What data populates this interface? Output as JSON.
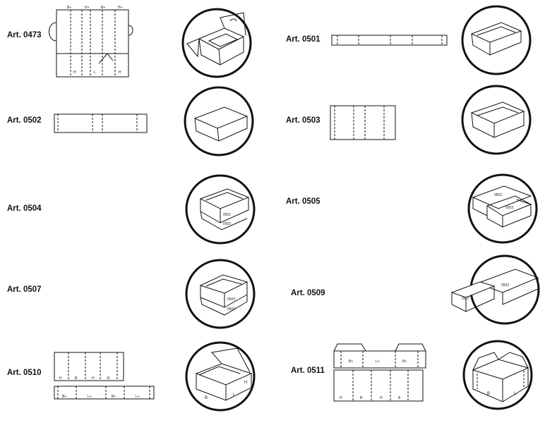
{
  "articles": [
    {
      "id": "a0473",
      "label": "Art. 0473"
    },
    {
      "id": "a0501",
      "label": "Art. 0501"
    },
    {
      "id": "a0502",
      "label": "Art. 0502"
    },
    {
      "id": "a0503",
      "label": "Art. 0503"
    },
    {
      "id": "a0504",
      "label": "Art. 0504"
    },
    {
      "id": "a0505",
      "label": "Art. 0505"
    },
    {
      "id": "a0507",
      "label": "Art. 0507"
    },
    {
      "id": "a0509",
      "label": "Art. 0509"
    },
    {
      "id": "a0510",
      "label": "Art. 0510"
    },
    {
      "id": "a0511",
      "label": "Art. 0511"
    }
  ],
  "diagram_text": {
    "dim_b_plus": "B+",
    "dim_h_plus": "H+",
    "dim_l_plus": "L+",
    "dim_h": "H",
    "dim_l": "L",
    "dim_b": "B",
    "label_0501": "0501",
    "label_0502": "0502",
    "label_0503": "0503",
    "label_0507": "0507"
  }
}
